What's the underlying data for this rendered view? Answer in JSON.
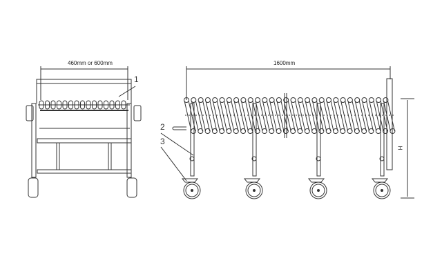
{
  "front_view": {
    "width_dimension": "460mm or 600mm",
    "callout_1": "1"
  },
  "side_view": {
    "length_dimension": "1600mm",
    "height_dimension": "H",
    "callout_2": "2",
    "callout_3": "3"
  }
}
